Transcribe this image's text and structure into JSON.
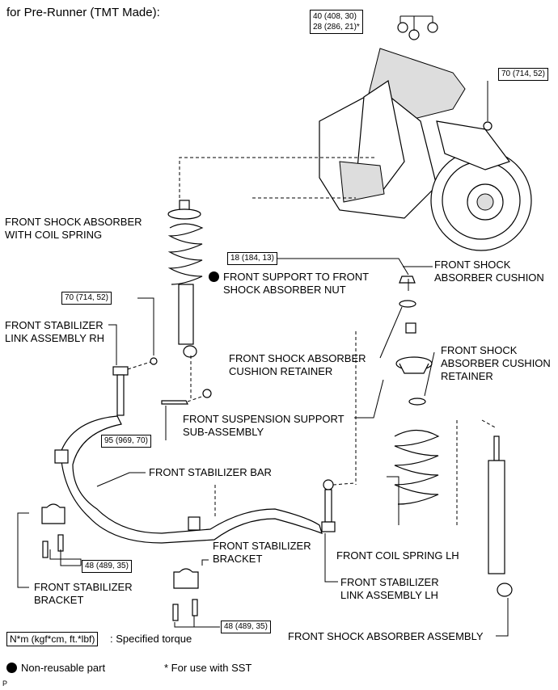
{
  "title": "for Pre-Runner (TMT Made):",
  "torque_boxes": {
    "upper_nuts_line1": "40 (408, 30)",
    "upper_nuts_line2": "28 (286, 21)*",
    "knuckle_nut": "70 (714, 52)",
    "support_nut": "18 (184, 13)",
    "link_rh_nut": "70 (714, 52)",
    "lower_bolt": "95 (969, 70)",
    "bracket_left": "48 (489, 35)",
    "bracket_right": "48 (489, 35)",
    "legend": "N*m (kgf*cm, ft.*lbf)"
  },
  "labels": {
    "shock_with_spring_1": "FRONT SHOCK ABSORBER",
    "shock_with_spring_2": "WITH COIL SPRING",
    "support_nut_1": "FRONT SUPPORT TO FRONT",
    "support_nut_2": "SHOCK ABSORBER NUT",
    "cushion_1": "FRONT SHOCK",
    "cushion_2": "ABSORBER CUSHION",
    "link_rh_1": "FRONT STABILIZER",
    "link_rh_2": "LINK ASSEMBLY RH",
    "cushion_retainer_1": "FRONT SHOCK ABSORBER",
    "cushion_retainer_2": "CUSHION RETAINER",
    "cushion_retainer_r1": "FRONT SHOCK",
    "cushion_retainer_r2": "ABSORBER CUSHION",
    "cushion_retainer_r3": "RETAINER",
    "support_sub_1": "FRONT SUSPENSION SUPPORT",
    "support_sub_2": "SUB-ASSEMBLY",
    "stab_bar": "FRONT STABILIZER BAR",
    "bracket_right_1": "FRONT STABILIZER",
    "bracket_right_2": "BRACKET",
    "coil_spring": "FRONT COIL SPRING LH",
    "bracket_left_1": "FRONT STABILIZER",
    "bracket_left_2": "BRACKET",
    "link_lh_1": "FRONT STABILIZER",
    "link_lh_2": "LINK ASSEMBLY LH",
    "shock_assy": "FRONT SHOCK ABSORBER ASSEMBLY"
  },
  "legend": {
    "specified_torque": ": Specified torque",
    "non_reusable": "Non-reusable part",
    "sst_note": "* For use with SST",
    "corner_mark": "P"
  }
}
